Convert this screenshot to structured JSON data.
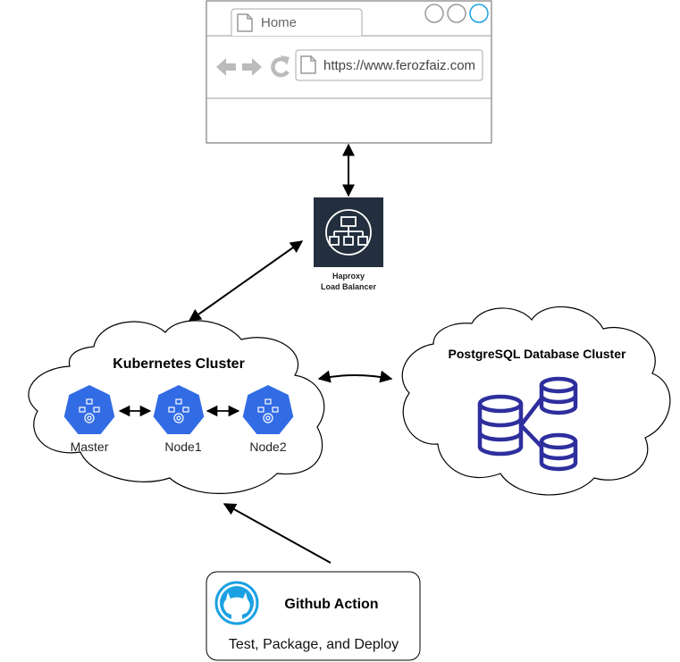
{
  "browser": {
    "tab_label": "Home",
    "url": "https://www.ferozfaiz.com"
  },
  "load_balancer": {
    "line1": "Haproxy",
    "line2": "Load Balancer"
  },
  "kubernetes": {
    "title": "Kubernetes Cluster",
    "nodes": [
      "Master",
      "Node1",
      "Node2"
    ]
  },
  "postgres": {
    "title": "PostgreSQL Database Cluster"
  },
  "github": {
    "title": "Github Action",
    "subtitle": "Test, Package, and Deploy"
  },
  "colors": {
    "k8s_blue": "#326ce5",
    "db_navy": "#2e2e9e",
    "lb_bg": "#232f3e",
    "github_cyan": "#1ba1e2"
  }
}
